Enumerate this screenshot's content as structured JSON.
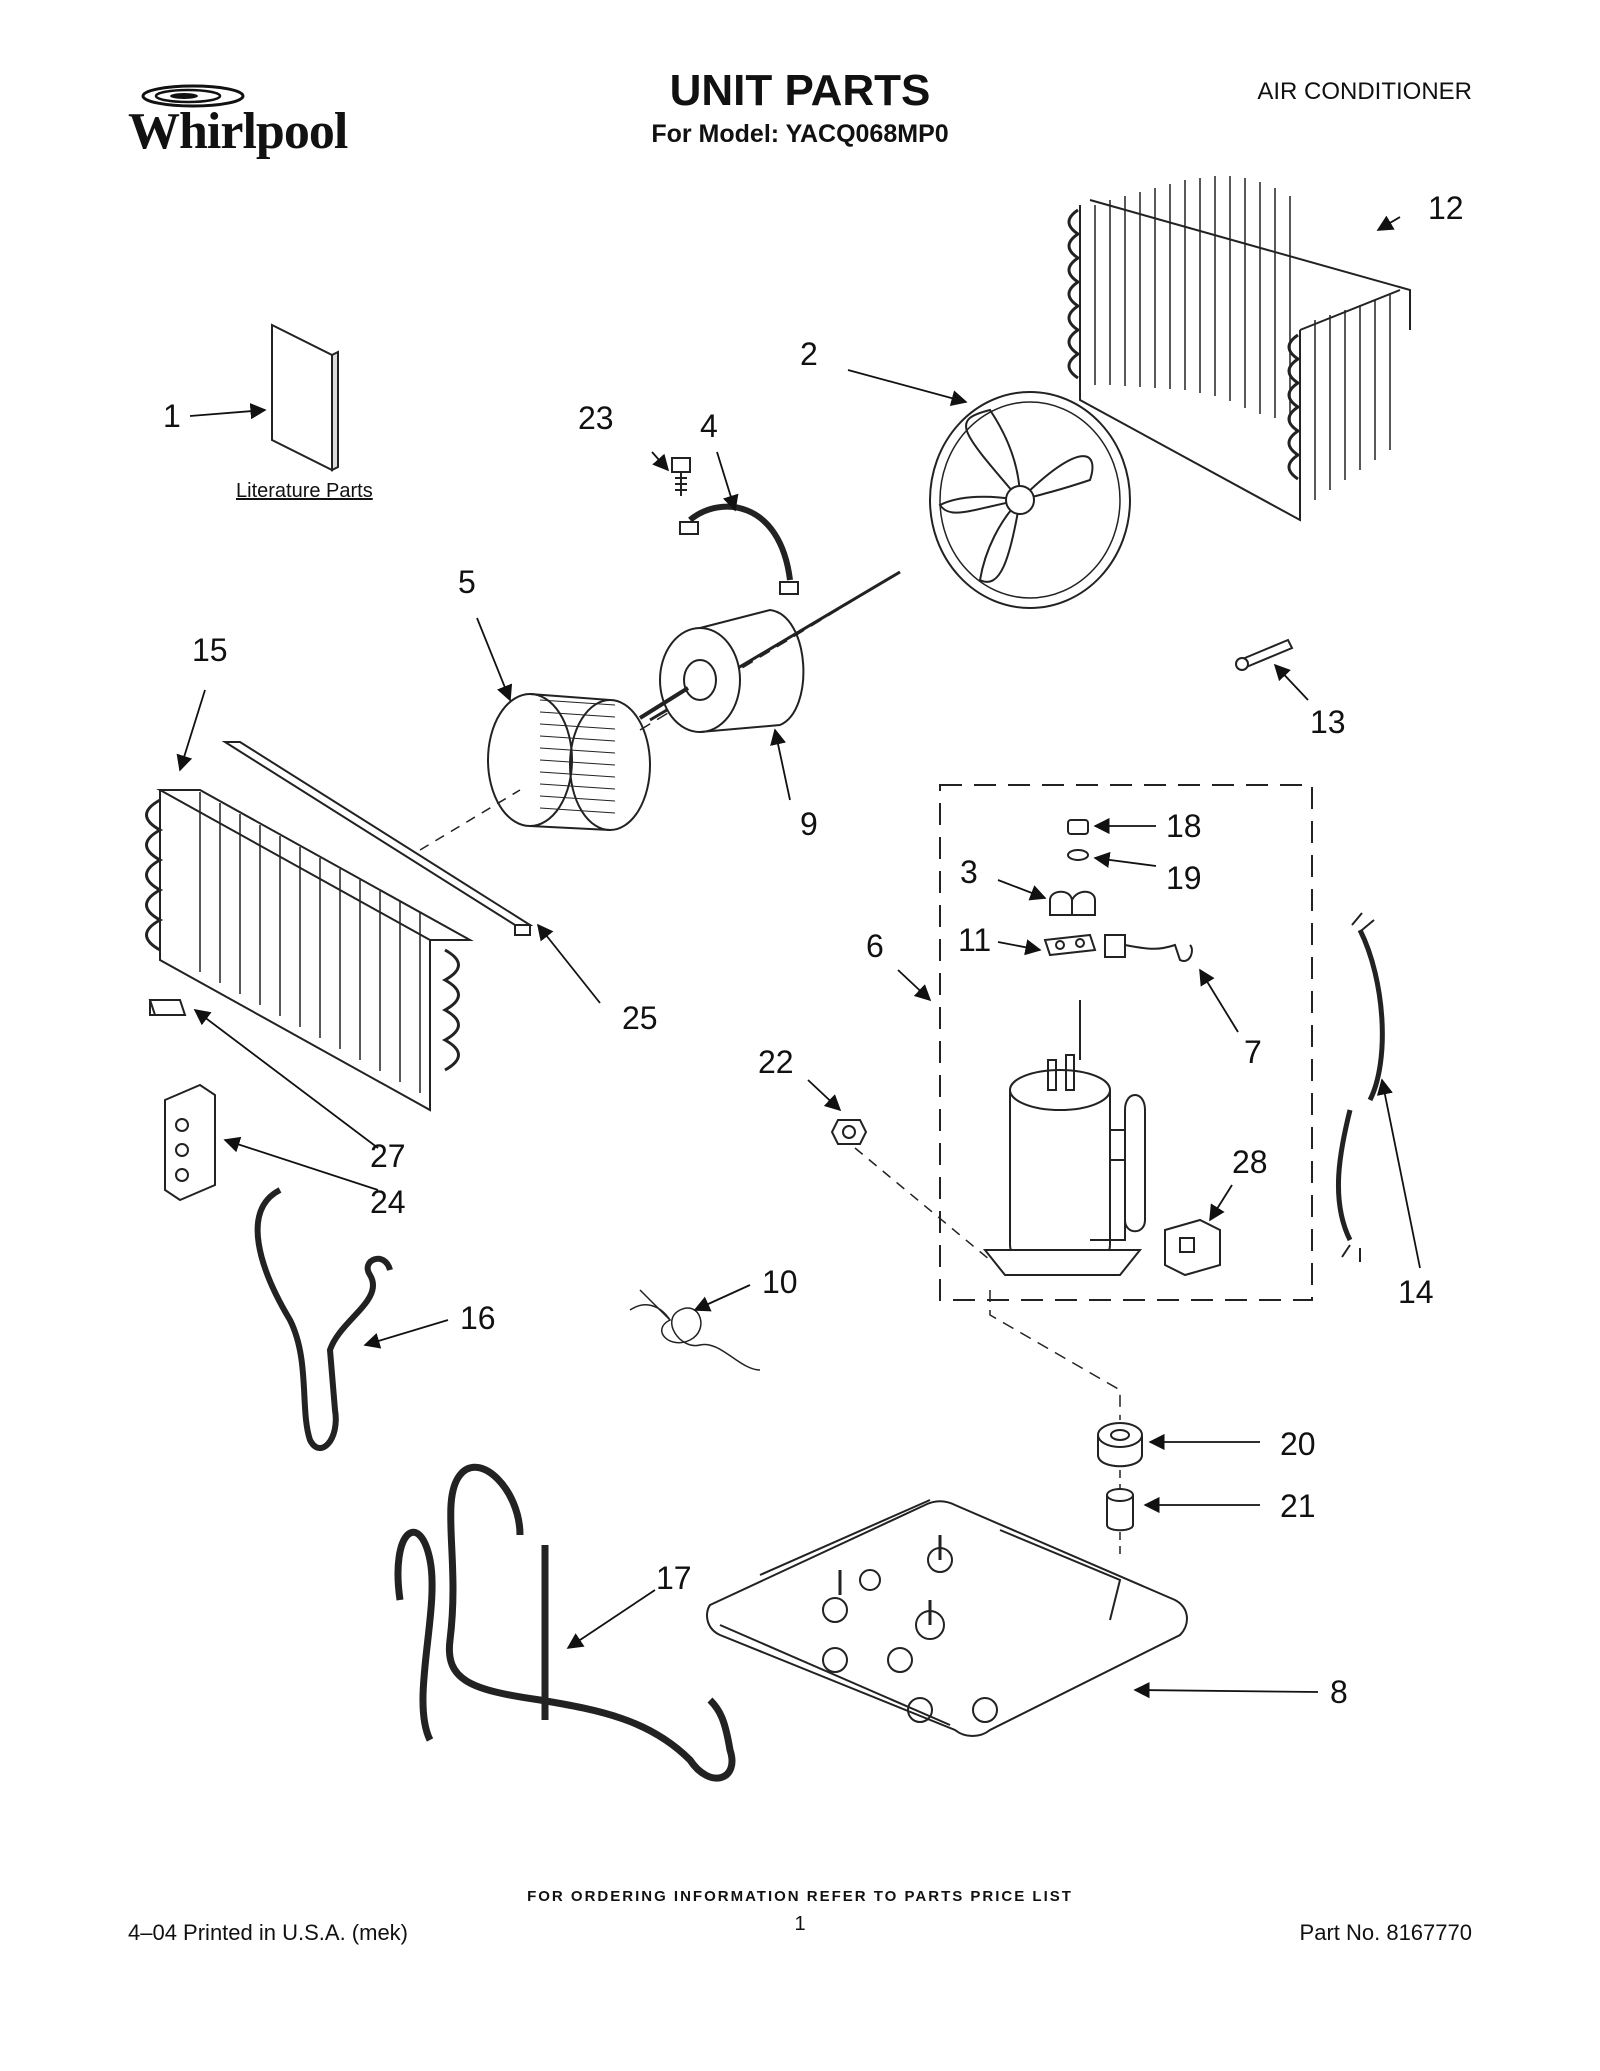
{
  "header": {
    "brand": "Whirlpool",
    "title": "UNIT PARTS",
    "model_line": "For Model: YACQ068MP0",
    "category": "AIR CONDITIONER"
  },
  "literature_label": "Literature Parts",
  "callouts": {
    "c1": "1",
    "c2": "2",
    "c3": "3",
    "c4": "4",
    "c5": "5",
    "c6": "6",
    "c7": "7",
    "c8": "8",
    "c9": "9",
    "c10": "10",
    "c11": "11",
    "c12": "12",
    "c13": "13",
    "c14": "14",
    "c15": "15",
    "c16": "16",
    "c17": "17",
    "c18": "18",
    "c19": "19",
    "c20": "20",
    "c21": "21",
    "c22": "22",
    "c23": "23",
    "c24": "24",
    "c25": "25",
    "c27": "27",
    "c28": "28"
  },
  "footer": {
    "ordering_note": "FOR ORDERING INFORMATION REFER TO PARTS PRICE LIST",
    "print_info": "4–04 Printed in U.S.A. (mek)",
    "page_number": "1",
    "part_number": "Part No. 8167770"
  }
}
